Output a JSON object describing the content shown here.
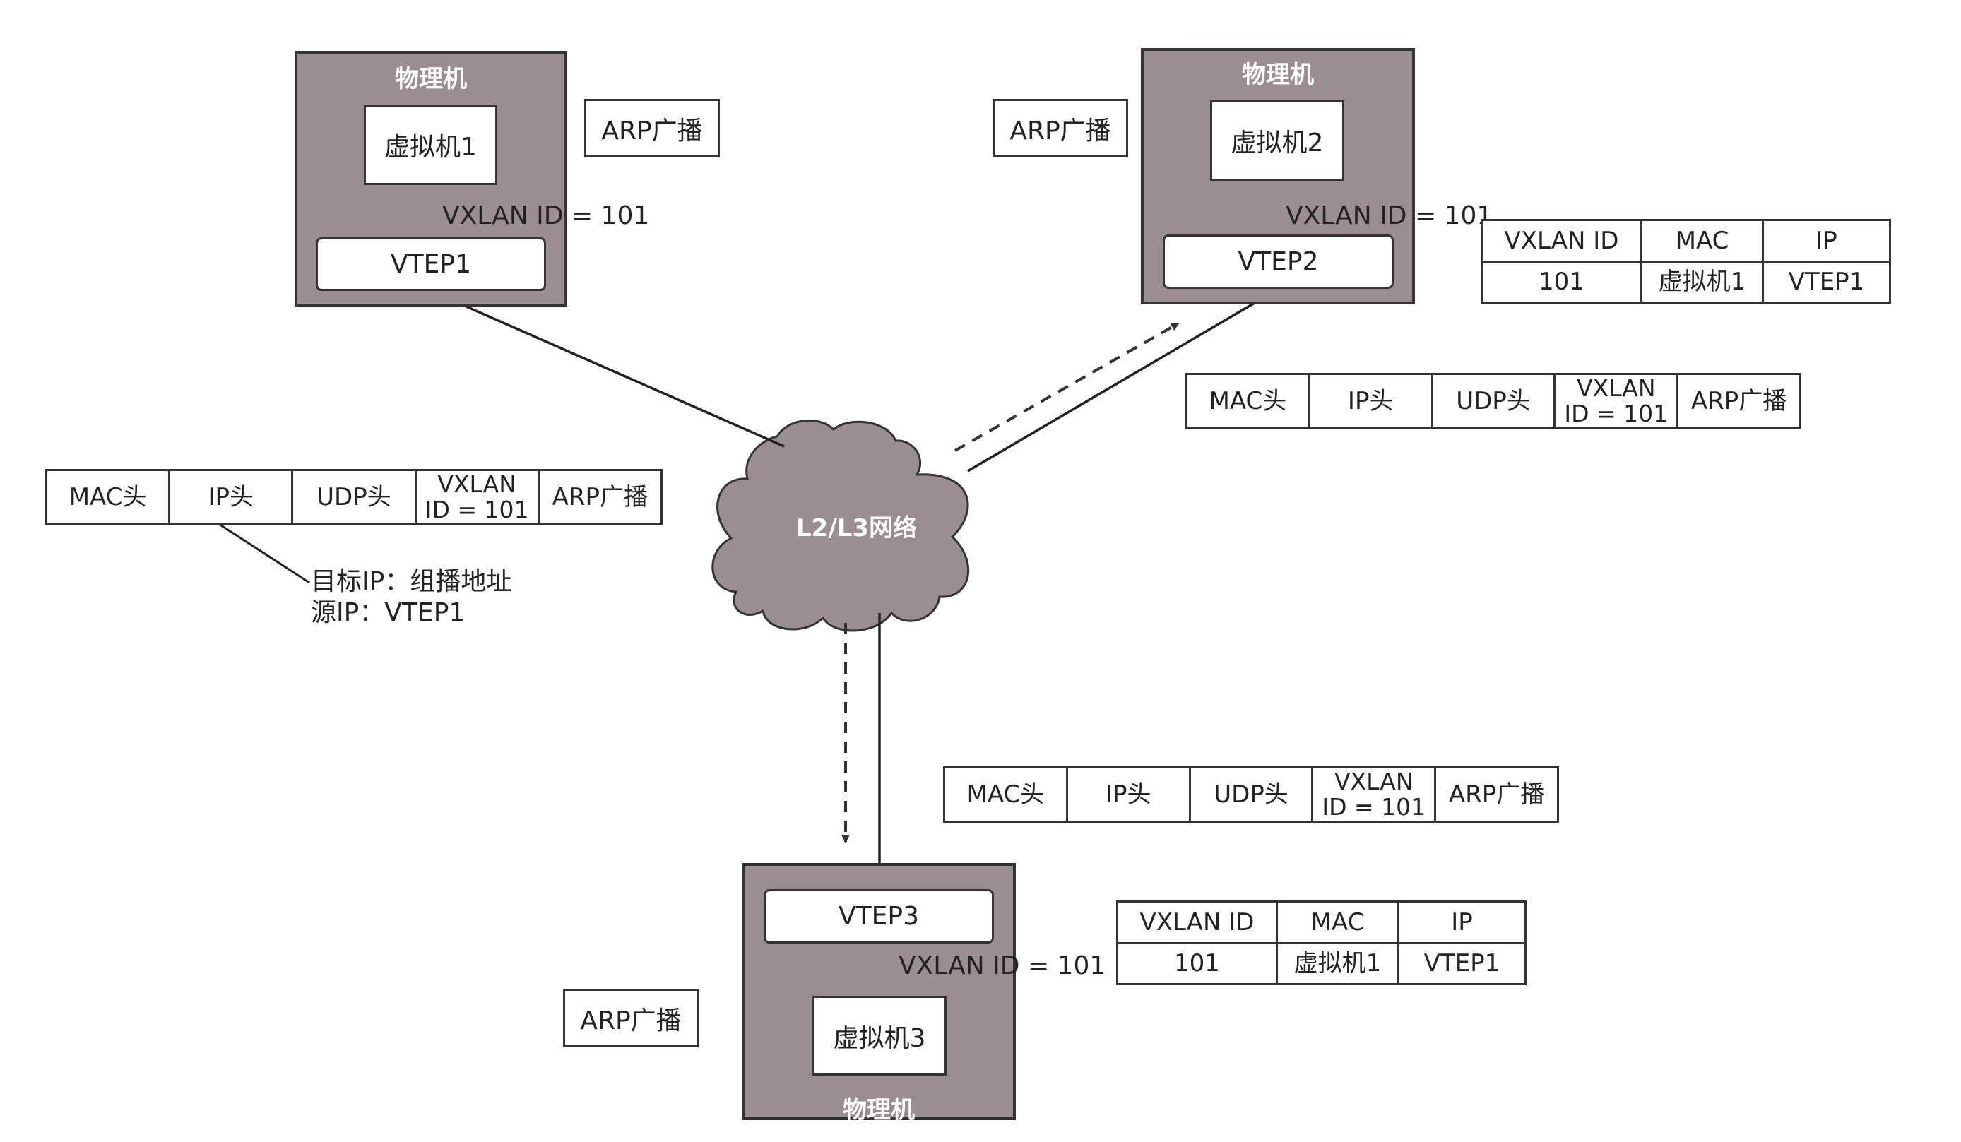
{
  "host_label": "物理机",
  "cloud_label": "L2/L3网络",
  "hosts": [
    {
      "vm": "虚拟机1",
      "vtep": "VTEP1",
      "vxlan": "VXLAN ID = 101"
    },
    {
      "vm": "虚拟机2",
      "vtep": "VTEP2",
      "vxlan": "VXLAN ID = 101"
    },
    {
      "vm": "虚拟机3",
      "vtep": "VTEP3",
      "vxlan": "VXLAN ID = 101"
    }
  ],
  "arp_broadcast": "ARP广播",
  "packet": {
    "fields": [
      "MAC头",
      "IP头",
      "UDP头",
      "VXLAN\nID = 101",
      "ARP广播"
    ]
  },
  "ip_note": {
    "line1": "目标IP：组播地址",
    "line2": "源IP：VTEP1"
  },
  "fdb_table": {
    "headers": [
      "VXLAN ID",
      "MAC",
      "IP"
    ],
    "row": [
      "101",
      "虚拟机1",
      "VTEP1"
    ]
  }
}
